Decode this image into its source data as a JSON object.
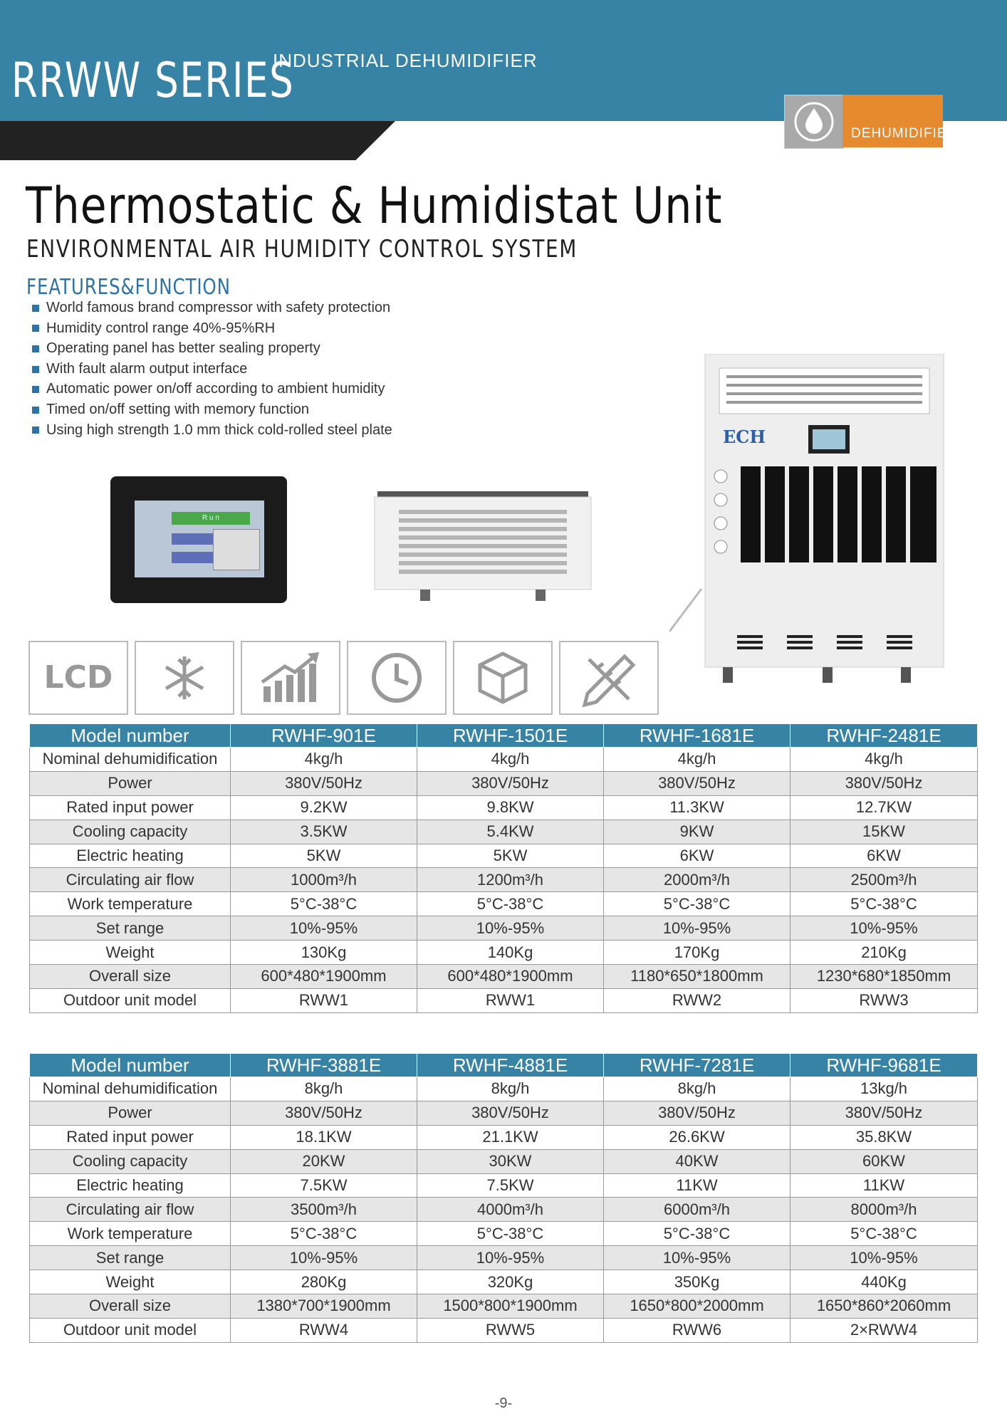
{
  "header": {
    "series": "RRWW SERIES",
    "subtitle": "INDUSTRIAL DEHUMIDIFIER",
    "badge_text": "DEHUMIDIFIER",
    "badge_icon": "water-drop-icon"
  },
  "title": "Thermostatic & Humidistat Unit",
  "subhead": "ENVIRONMENTAL AIR HUMIDITY CONTROL SYSTEM",
  "features_title": "FEATURES&FUNCTION",
  "features": [
    "World famous brand compressor with safety protection",
    "Humidity control range 40%-95%RH",
    "Operating panel has better sealing property",
    "With fault alarm output interface",
    "Automatic power on/off according to ambient humidity",
    "Timed on/off setting with memory function",
    "Using high strength 1.0 mm thick cold-rolled steel plate"
  ],
  "panel_screen": {
    "run_label": "R u n"
  },
  "unit_brand": "ECH",
  "icons": [
    "lcd-icon",
    "snowflake-icon",
    "growth-chart-icon",
    "clock-icon",
    "cube-icon",
    "pencil-ruler-icon"
  ],
  "icon_lcd_label": "LCD",
  "table1": {
    "headers": [
      "Model number",
      "RWHF-901E",
      "RWHF-1501E",
      "RWHF-1681E",
      "RWHF-2481E"
    ],
    "rows": [
      [
        "Nominal dehumidification",
        "4kg/h",
        "4kg/h",
        "4kg/h",
        "4kg/h"
      ],
      [
        "Power",
        "380V/50Hz",
        "380V/50Hz",
        "380V/50Hz",
        "380V/50Hz"
      ],
      [
        "Rated input power",
        "9.2KW",
        "9.8KW",
        "11.3KW",
        "12.7KW"
      ],
      [
        "Cooling capacity",
        "3.5KW",
        "5.4KW",
        "9KW",
        "15KW"
      ],
      [
        "Electric heating",
        "5KW",
        "5KW",
        "6KW",
        "6KW"
      ],
      [
        "Circulating air flow",
        "1000m³/h",
        "1200m³/h",
        "2000m³/h",
        "2500m³/h"
      ],
      [
        "Work temperature",
        "5°C-38°C",
        "5°C-38°C",
        "5°C-38°C",
        "5°C-38°C"
      ],
      [
        "Set range",
        "10%-95%",
        "10%-95%",
        "10%-95%",
        "10%-95%"
      ],
      [
        "Weight",
        "130Kg",
        "140Kg",
        "170Kg",
        "210Kg"
      ],
      [
        "Overall size",
        "600*480*1900mm",
        "600*480*1900mm",
        "1180*650*1800mm",
        "1230*680*1850mm"
      ],
      [
        "Outdoor unit model",
        "RWW1",
        "RWW1",
        "RWW2",
        "RWW3"
      ]
    ]
  },
  "table2": {
    "headers": [
      "Model number",
      "RWHF-3881E",
      "RWHF-4881E",
      "RWHF-7281E",
      "RWHF-9681E"
    ],
    "rows": [
      [
        "Nominal dehumidification",
        "8kg/h",
        "8kg/h",
        "8kg/h",
        "13kg/h"
      ],
      [
        "Power",
        "380V/50Hz",
        "380V/50Hz",
        "380V/50Hz",
        "380V/50Hz"
      ],
      [
        "Rated input power",
        "18.1KW",
        "21.1KW",
        "26.6KW",
        "35.8KW"
      ],
      [
        "Cooling capacity",
        "20KW",
        "30KW",
        "40KW",
        "60KW"
      ],
      [
        "Electric heating",
        "7.5KW",
        "7.5KW",
        "11KW",
        "11KW"
      ],
      [
        "Circulating air flow",
        "3500m³/h",
        "4000m³/h",
        "6000m³/h",
        "8000m³/h"
      ],
      [
        "Work temperature",
        "5°C-38°C",
        "5°C-38°C",
        "5°C-38°C",
        "5°C-38°C"
      ],
      [
        "Set range",
        "10%-95%",
        "10%-95%",
        "10%-95%",
        "10%-95%"
      ],
      [
        "Weight",
        "280Kg",
        "320Kg",
        "350Kg",
        "440Kg"
      ],
      [
        "Overall size",
        "1380*700*1900mm",
        "1500*800*1900mm",
        "1650*800*2000mm",
        "1650*860*2060mm"
      ],
      [
        "Outdoor unit model",
        "RWW4",
        "RWW5",
        "RWW6",
        "2×RWW4"
      ]
    ]
  },
  "page_number": "-9-",
  "colors": {
    "header_blue": "#3683a5",
    "accent_orange": "#e58a2e",
    "feature_blue": "#2e73a8"
  }
}
